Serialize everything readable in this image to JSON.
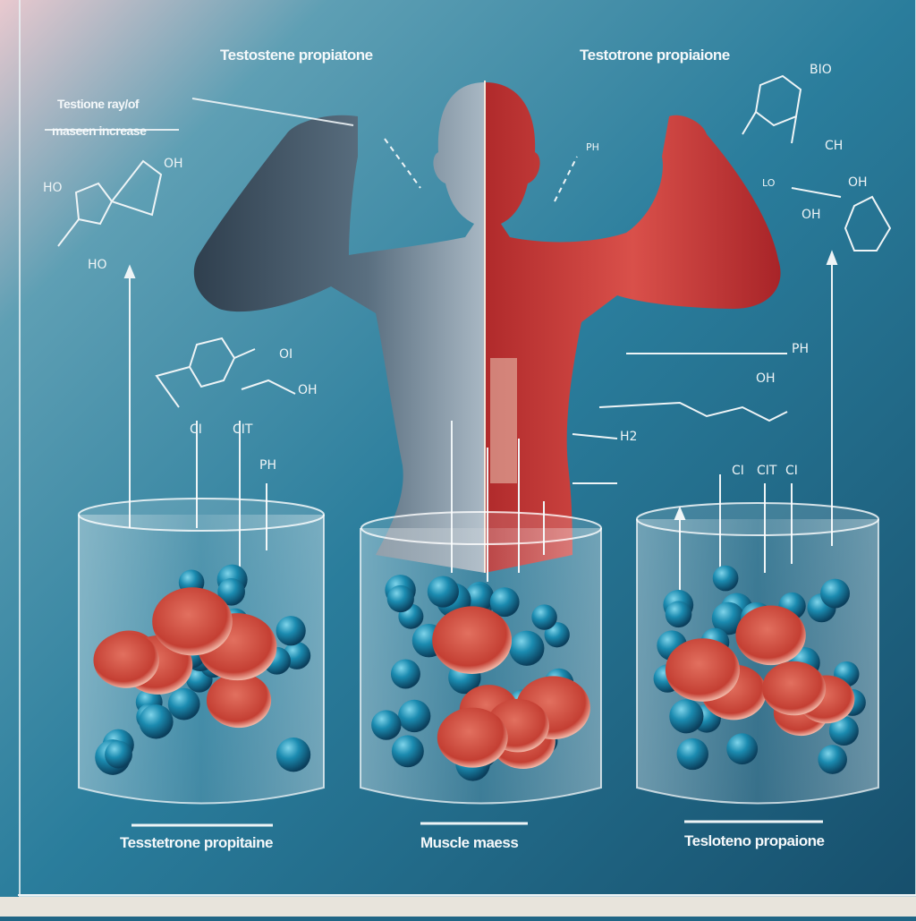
{
  "titles": {
    "top_left": "Testostene propiatone",
    "top_right": "Testotrone propiaione"
  },
  "side_note": {
    "line1": "Testione ray/of",
    "line2": "maseen increase"
  },
  "chem_labels": {
    "left_ring": [
      "HO",
      "OH",
      "HO"
    ],
    "right_ring": [
      "BIO",
      "CH",
      "OH",
      "OH",
      "LO"
    ],
    "mid_left": [
      "OI",
      "OH",
      "CI",
      "CIT",
      "PH"
    ],
    "mid_right": [
      "PH",
      "OH",
      "H2",
      "PH"
    ],
    "right_beaker": [
      "CI",
      "CIT",
      "CI"
    ]
  },
  "beakers": [
    {
      "label": "Tesstetrone propitaine"
    },
    {
      "label": "Muscle maess"
    },
    {
      "label": "Tesloteno propaione"
    }
  ],
  "colors": {
    "background": "#1f6585",
    "sphere": "#1a8fb0",
    "muscle": "#c83a36",
    "line": "#eef4f6"
  }
}
